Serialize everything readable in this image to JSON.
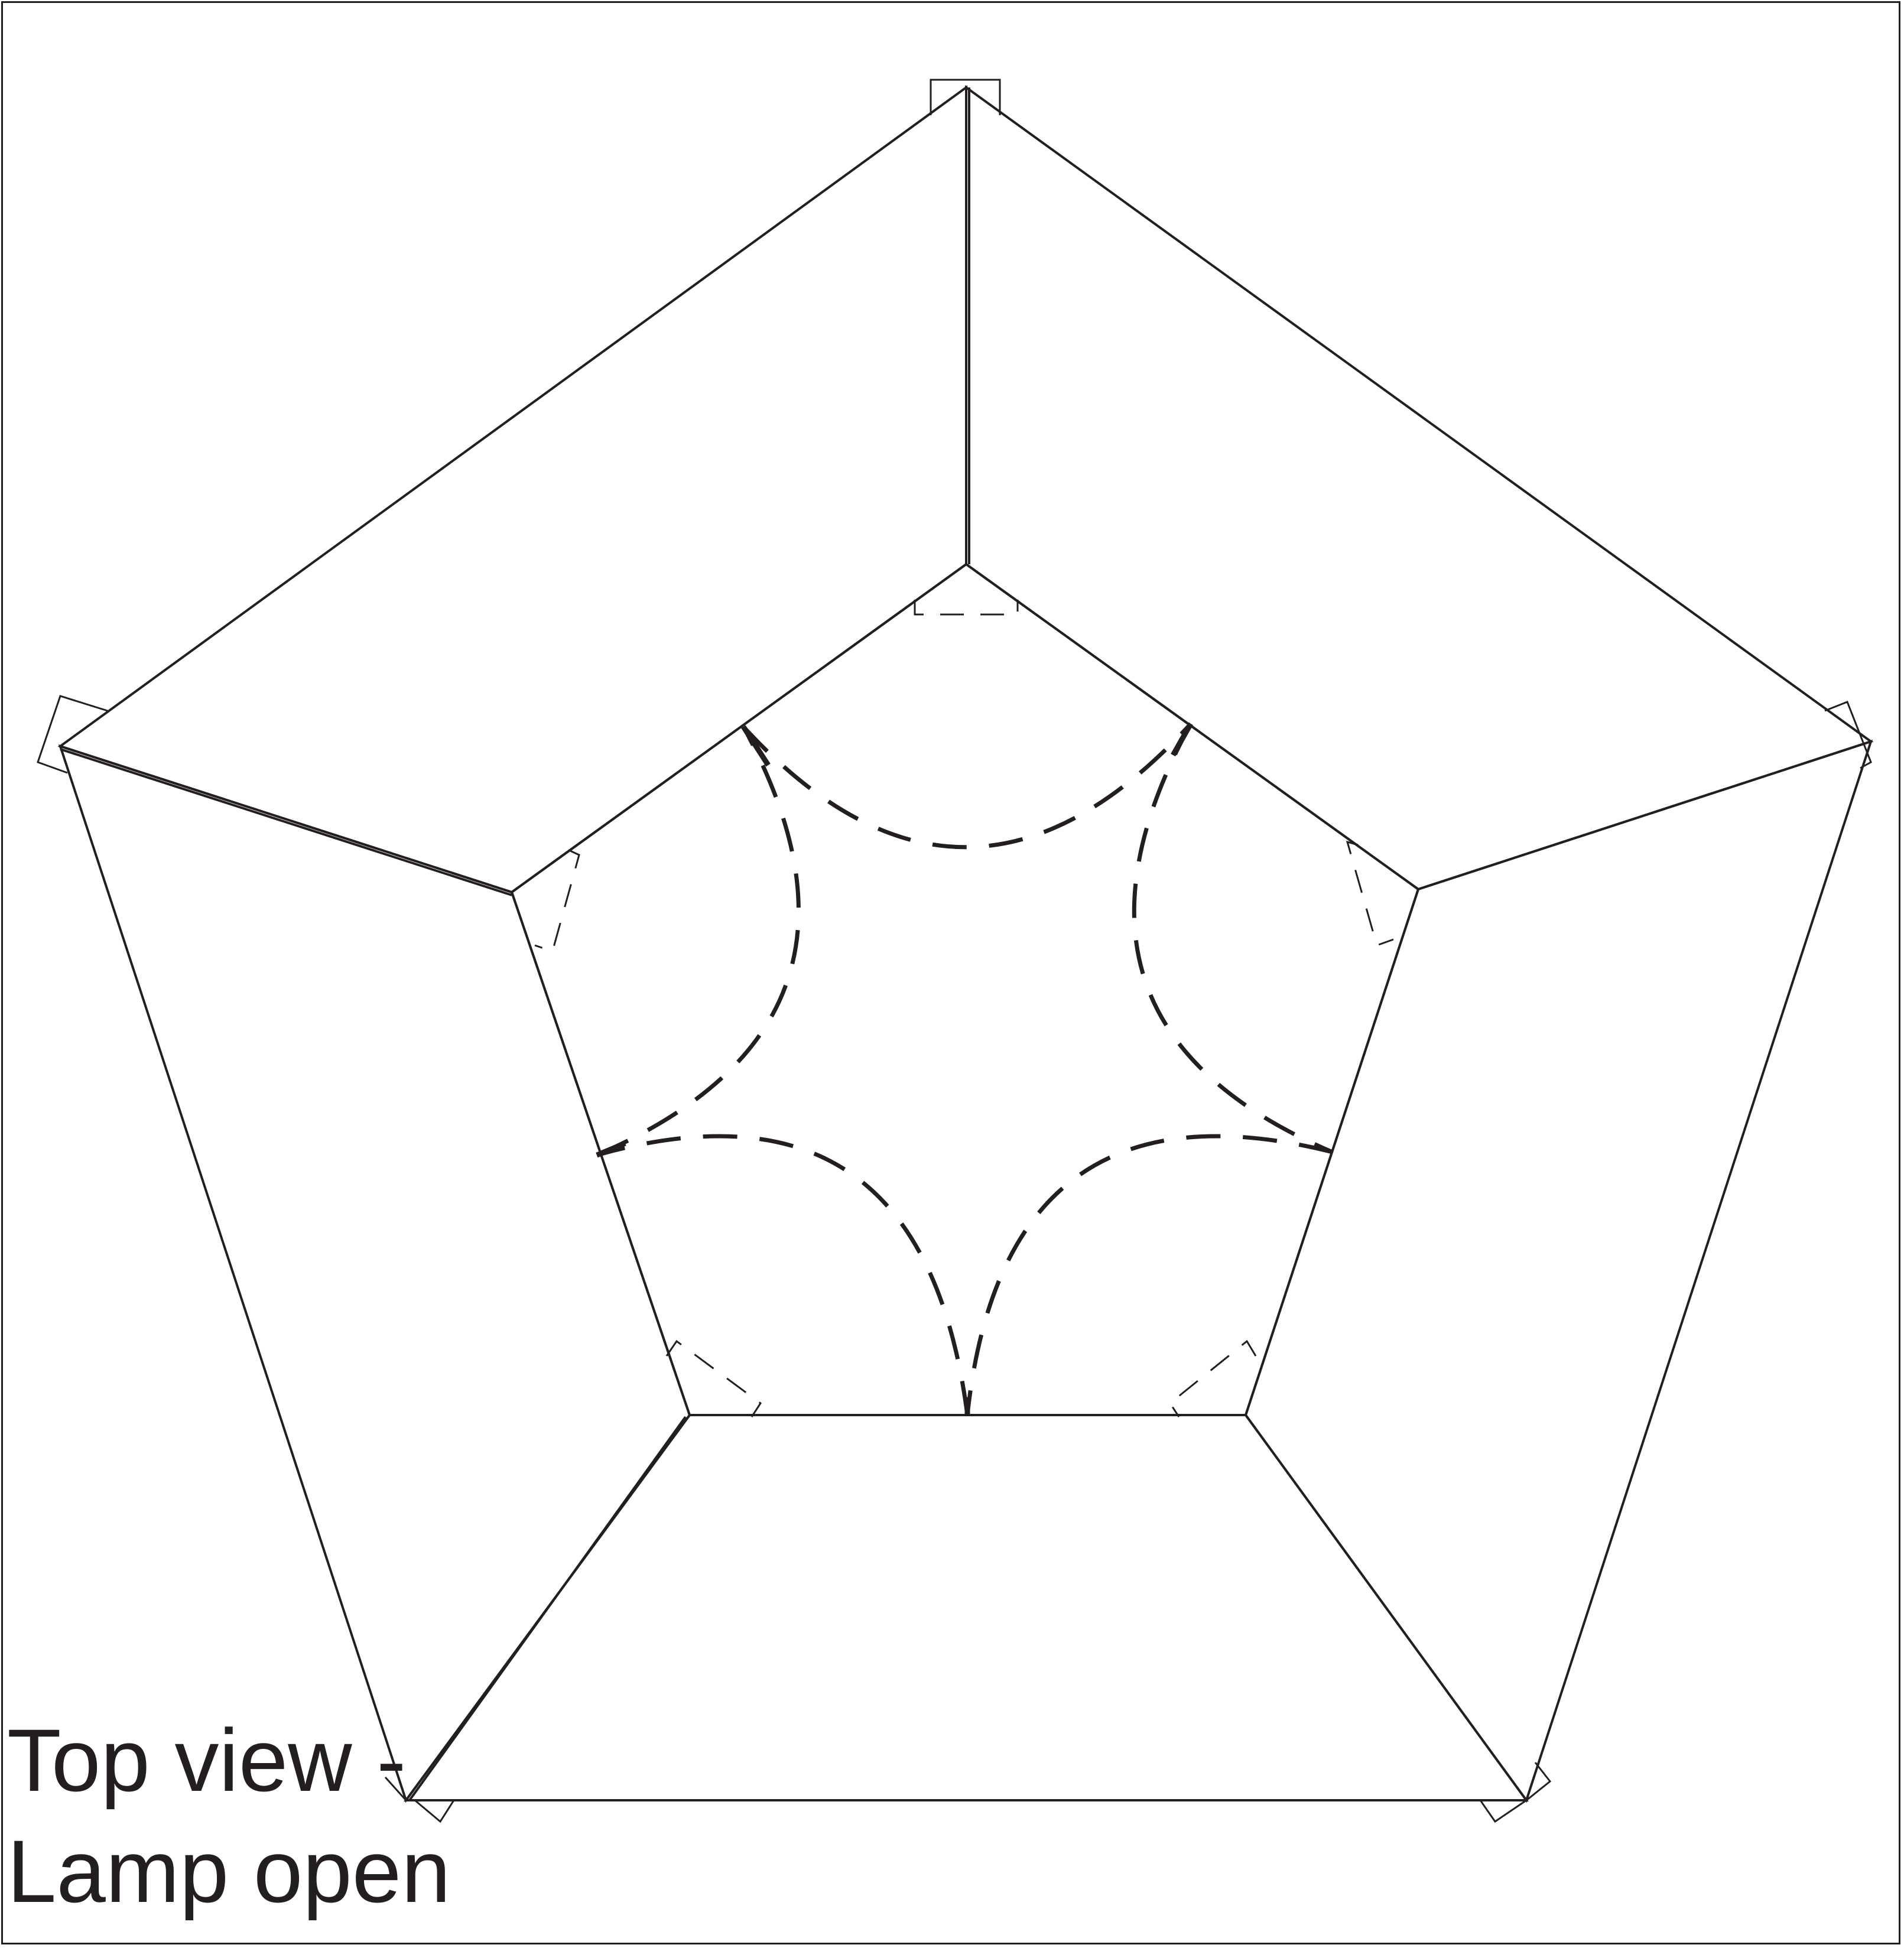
{
  "caption": {
    "line1": "Top view -",
    "line2": "Lamp open"
  },
  "colors": {
    "ink": "#231f20",
    "background": "#ffffff"
  },
  "diagram": {
    "subject": "pentagonal lamp, top view, open",
    "outer_petals": 5,
    "inner_pentagon": 1,
    "dashed_arcs": 5,
    "fold_tabs": 5
  }
}
